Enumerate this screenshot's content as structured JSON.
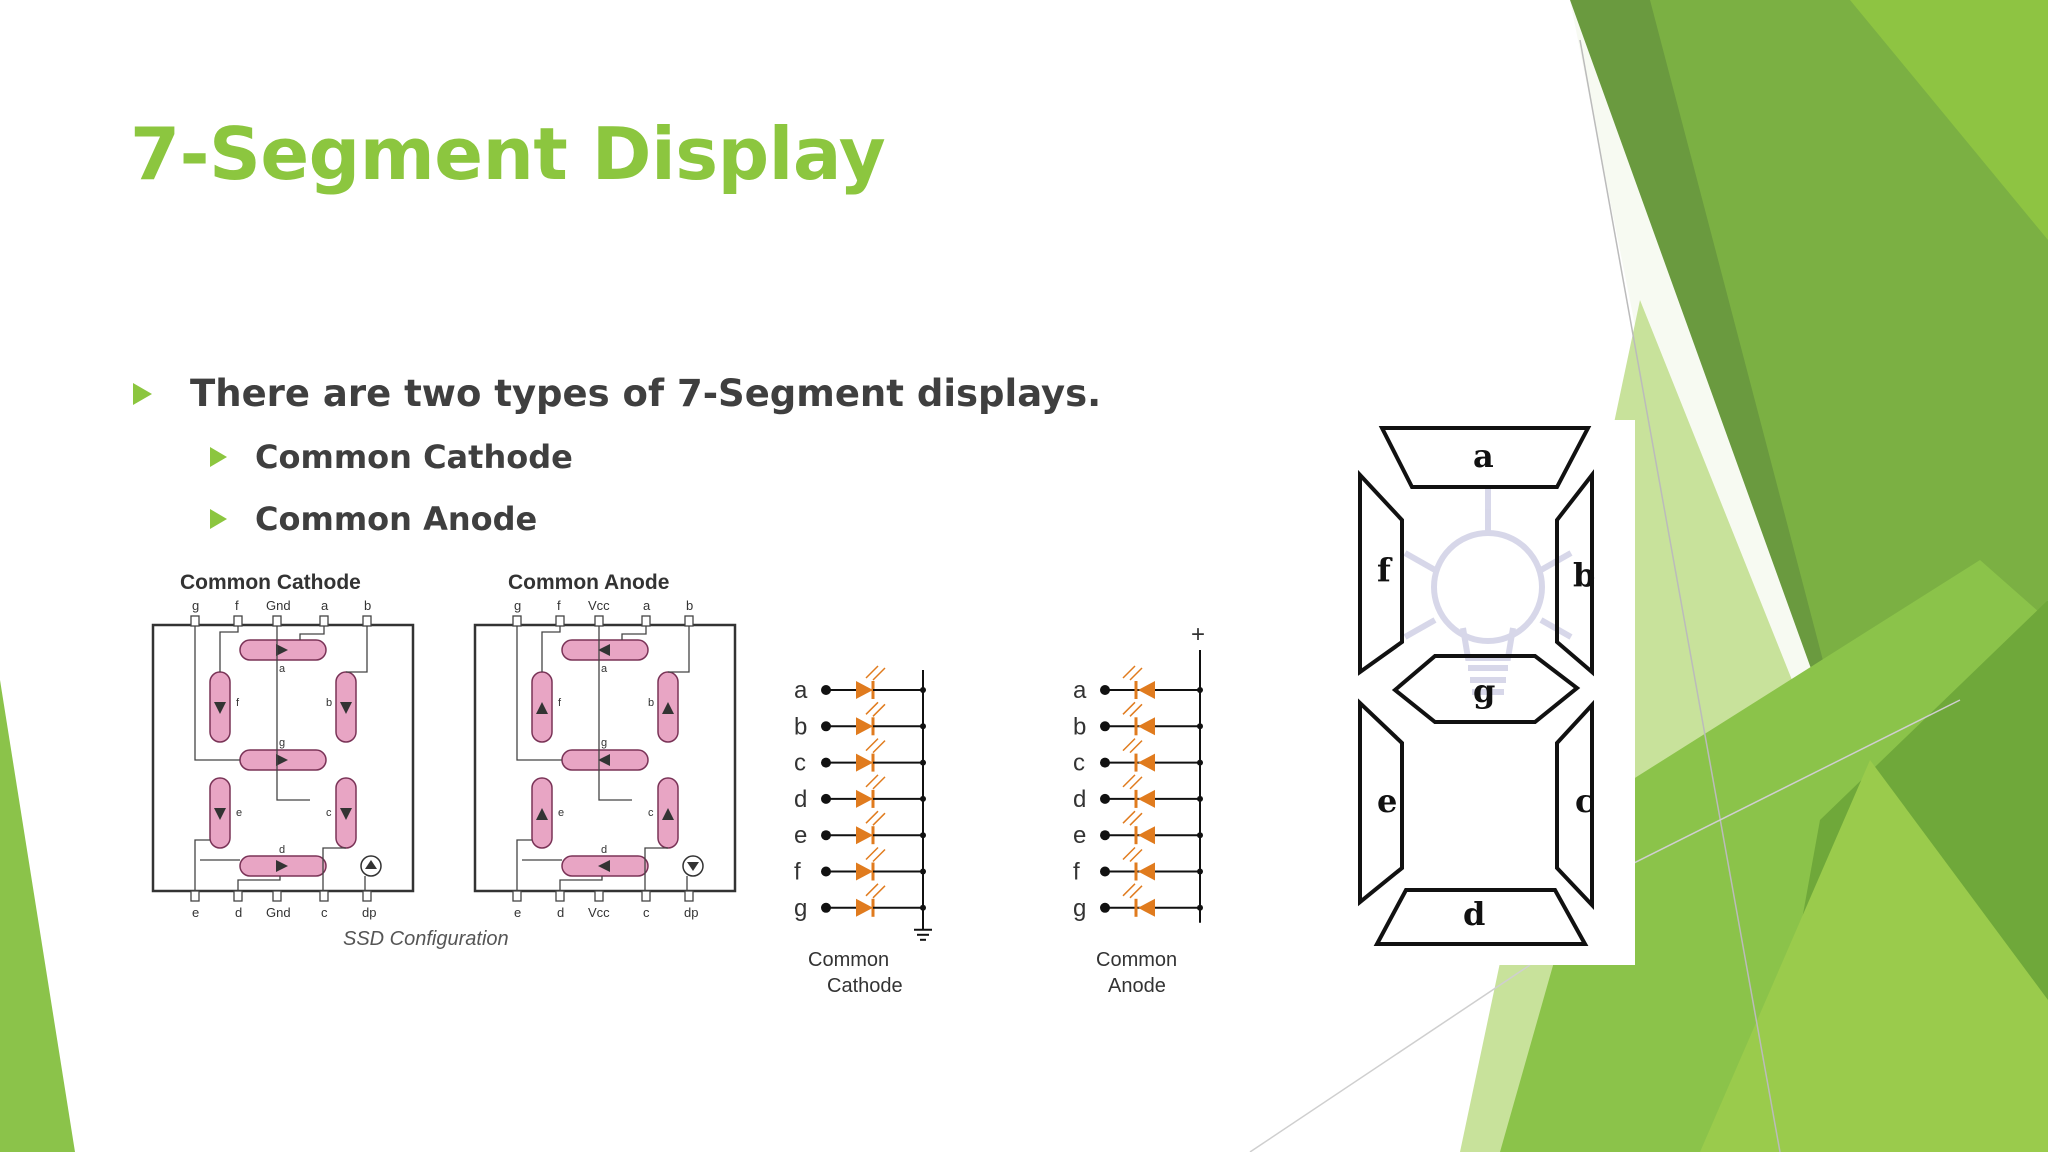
{
  "slide": {
    "title": "7-Segment Display",
    "bullets": [
      {
        "text": "There are two types of 7-Segment displays."
      },
      {
        "text": "Common Cathode"
      },
      {
        "text": "Common Anode"
      }
    ]
  },
  "ssd_figure": {
    "left_title": "Common Cathode",
    "right_title": "Common Anode",
    "left_top_pins": [
      "g",
      "f",
      "Gnd",
      "a",
      "b"
    ],
    "left_bottom_pins": [
      "e",
      "d",
      "Gnd",
      "c",
      "dp"
    ],
    "right_top_pins": [
      "g",
      "f",
      "Vcc",
      "a",
      "b"
    ],
    "right_bottom_pins": [
      "e",
      "d",
      "Vcc",
      "c",
      "dp"
    ],
    "segment_labels": [
      "a",
      "b",
      "c",
      "d",
      "e",
      "f",
      "g"
    ],
    "caption": "SSD Configuration"
  },
  "led_figures": {
    "inputs": [
      "a",
      "b",
      "c",
      "d",
      "e",
      "f",
      "g"
    ],
    "cathode_caption_1": "Common",
    "cathode_caption_2": "Cathode",
    "anode_caption_1": "Common",
    "anode_caption_2": "Anode",
    "plus": "+"
  },
  "segment_diagram": {
    "a": "a",
    "b": "b",
    "c": "c",
    "d": "d",
    "e": "e",
    "f": "f",
    "g": "g"
  },
  "colors": {
    "accent": "#8cc63f",
    "text": "#3f3f3f",
    "led": "#e07b1e",
    "segment_fill": "#e8a5c4"
  }
}
